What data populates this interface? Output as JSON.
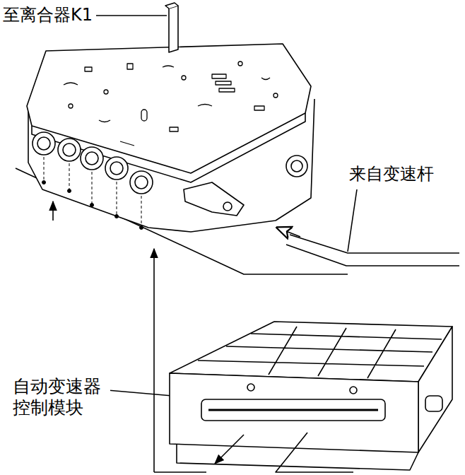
{
  "diagram": {
    "labels": [
      "至离合器K1",
      "来自变速杆",
      "自动变速器 控制模块"
    ]
  }
}
